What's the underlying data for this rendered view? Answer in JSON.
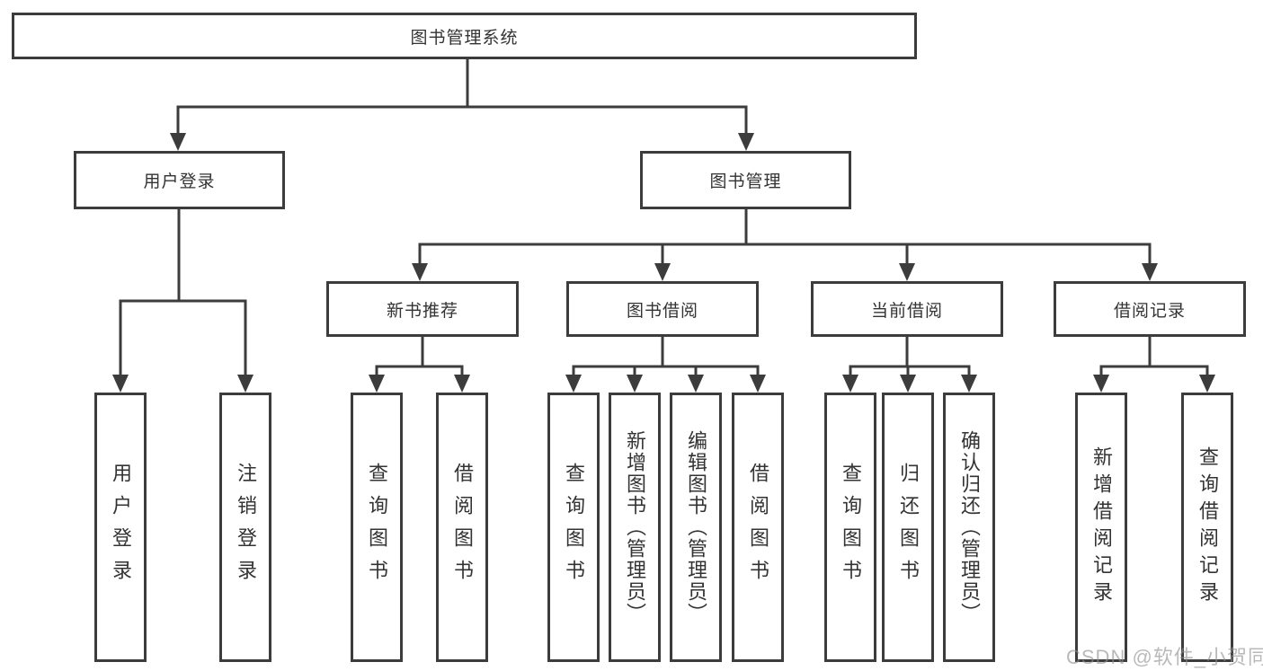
{
  "diagram": {
    "type": "hierarchy-tree",
    "orientation": "top-down",
    "colors": {
      "line": "#3c3c3c",
      "box_border": "#3c3c3c",
      "box_fill": "#ffffff",
      "text": "#333333",
      "watermark": "#8f8f8f"
    },
    "watermark": "CSDN @软件_小贺同学"
  },
  "tree": {
    "label": "图书管理系统",
    "children": [
      {
        "label": "用户登录",
        "children": [
          {
            "label": "用户登录"
          },
          {
            "label": "注销登录"
          }
        ]
      },
      {
        "label": "图书管理",
        "children": [
          {
            "label": "新书推荐",
            "children": [
              {
                "label": "查询图书"
              },
              {
                "label": "借阅图书"
              }
            ]
          },
          {
            "label": "图书借阅",
            "children": [
              {
                "label": "查询图书"
              },
              {
                "label": "新增图书（管理员）"
              },
              {
                "label": "编辑图书（管理员）"
              },
              {
                "label": "借阅图书"
              }
            ]
          },
          {
            "label": "当前借阅",
            "children": [
              {
                "label": "查询图书"
              },
              {
                "label": "归还图书"
              },
              {
                "label": "确认归还（管理员）"
              }
            ]
          },
          {
            "label": "借阅记录",
            "children": [
              {
                "label": "新增借阅记录"
              },
              {
                "label": "查询借阅记录"
              }
            ]
          }
        ]
      }
    ]
  }
}
